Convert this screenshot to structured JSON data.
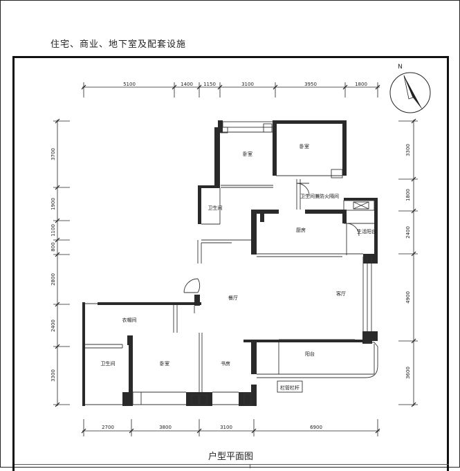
{
  "header": {
    "title": "住宅、商业、地下室及配套设施"
  },
  "plan": {
    "caption": "户型平面图",
    "north_label": "N",
    "rooms": {
      "bedroom_1": "卧室",
      "bedroom_2": "卧室",
      "bedroom_3": "卧室",
      "bathroom_1": "卫生间",
      "bathroom_2": "卫生间",
      "bath_shelter": "卫生间兼防火隔间",
      "kitchen": "厨房",
      "living_room": "客厅",
      "dining_room": "餐厅",
      "living_balcony": "生活阳台",
      "balcony": "阳台",
      "closet": "衣帽间",
      "study": "书房",
      "guard_rail": "栏管栏杆"
    },
    "dims": {
      "top": [
        "5100",
        "1400",
        "1150",
        "3100",
        "3950",
        "1800"
      ],
      "bottom": [
        "2700",
        "3800",
        "3100",
        "6900"
      ],
      "left": [
        "3700",
        "1900",
        "1100",
        "800",
        "2800",
        "2400",
        "3300"
      ],
      "right": [
        "3300",
        "1800",
        "2400",
        "4900",
        "3600"
      ]
    }
  }
}
